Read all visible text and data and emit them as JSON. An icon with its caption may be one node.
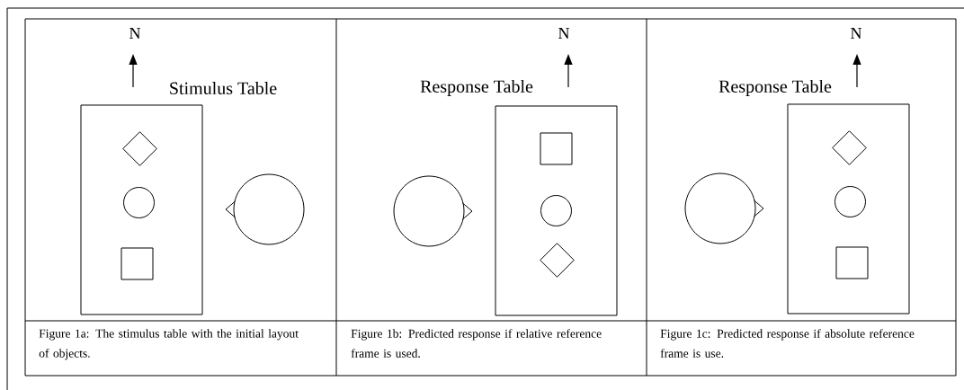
{
  "diagram": {
    "nodes": [
      {
        "text": [
          "Stimulus Table"
        ]
      },
      {
        "text": [],
        "shape": "diamond",
        "in": 0
      },
      {
        "text": [],
        "shape": "circle",
        "in": 0
      },
      {
        "text": [],
        "shape": "box",
        "in": 0
      },
      {
        "text": [
          "Response Table"
        ]
      },
      {
        "text": [],
        "shape": "box",
        "in": 4
      },
      {
        "text": [],
        "shape": "circle",
        "in": 4
      },
      {
        "text": [],
        "shape": "diamond",
        "in": 4
      },
      {
        "text": [
          "Response Table"
        ]
      },
      {
        "text": [],
        "shape": "diamond",
        "in": 8
      },
      {
        "text": [],
        "shape": "circle",
        "in": 8
      },
      {
        "text": [],
        "shape": "box",
        "in": 8
      }
    ],
    "labels": [
      "N",
      "N",
      "N",
      "Figure 1a: The stimulus table with the initial layout of objects.",
      "Figure 1b: Predicted response if relative reference frame is used.",
      "Figure 1c: Predicted response if absolute reference frame is use."
    ]
  }
}
